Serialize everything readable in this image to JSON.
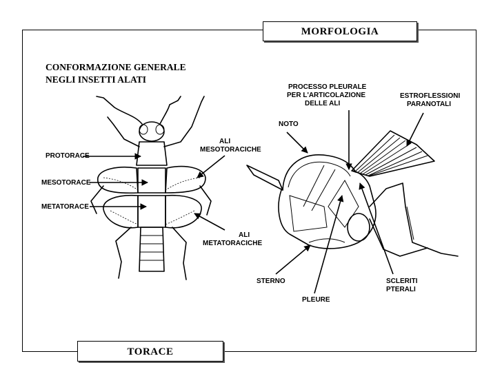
{
  "header": {
    "section_title": "MORFOLOGIA"
  },
  "heading": {
    "line1": "CONFORMAZIONE GENERALE",
    "line2": "NEGLI INSETTI ALATI"
  },
  "left_labels": {
    "protorace": "PROTORACE",
    "mesotorace": "MESOTORACE",
    "metatorace": "METATORACE",
    "ali_meso_1": "ALI",
    "ali_meso_2": "MESOTORACICHE",
    "ali_meta_1": "ALI",
    "ali_meta_2": "METATORACICHE"
  },
  "right_labels": {
    "processo_1": "PROCESSO PLEURALE",
    "processo_2": "PER L'ARTICOLAZIONE",
    "processo_3": "DELLE ALI",
    "estro_1": "ESTROFLESSIONI",
    "estro_2": "PARANOTALI",
    "noto": "NOTO",
    "sterno": "STERNO",
    "pleure": "PLEURE",
    "scleriti_1": "SCLERITI",
    "scleriti_2": "PTERALI"
  },
  "footer": {
    "topic": "TORACE"
  }
}
